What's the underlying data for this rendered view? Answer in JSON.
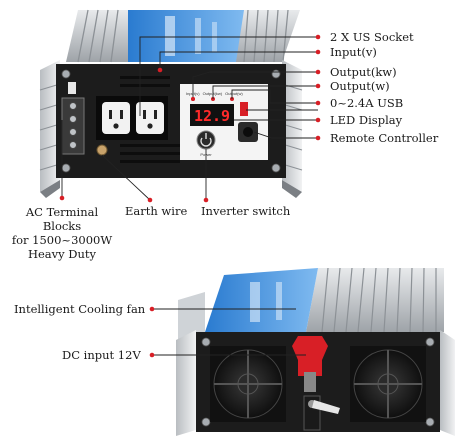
{
  "display": {
    "reading": "12.9",
    "indicators": [
      "Input(v)",
      "Output(kw)",
      "Output(w)"
    ],
    "power_text": "Power"
  },
  "callouts_right": [
    "2 X US Socket",
    "Input(v)",
    "Output(kw)",
    "Output(w)",
    "0~2.4A USB",
    "LED Display",
    "Remote Controller"
  ],
  "callouts_bottom": {
    "ac_terminal": [
      "AC Terminal Blocks",
      "for 1500~3000W",
      "Heavy Duty"
    ],
    "earth_wire": "Earth wire",
    "inverter_switch": "Inverter switch"
  },
  "callouts_lower": {
    "cooling_fan": "Intelligent Cooling fan",
    "dc_input": "DC  input 12V"
  },
  "colors": {
    "leader": "#d81f26",
    "panel": "#1c1c1c",
    "chassis": "#c9ccd0",
    "led": "#ff2a2a",
    "label_blue": "#1e6fc1"
  }
}
